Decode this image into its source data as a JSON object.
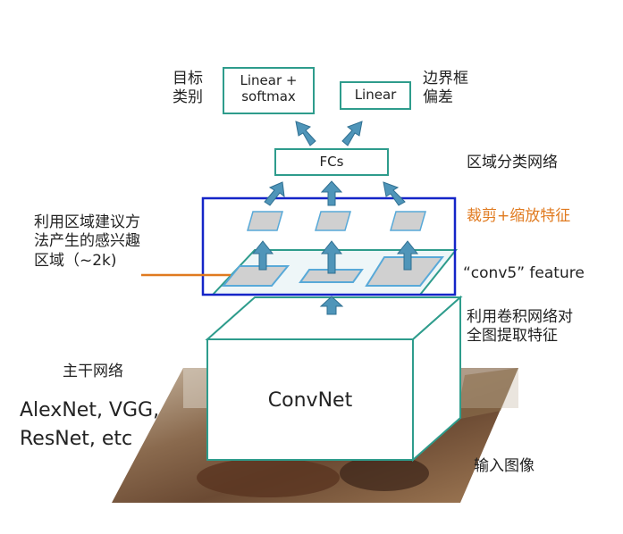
{
  "labels": {
    "target_class": "目标\n类别",
    "bbox_offset": "边界框\n偏差",
    "region_classify": "区域分类网络",
    "crop_resize": "裁剪+缩放特征",
    "region_proposal": "利用区域建议方\n法产生的感兴趣\n区域（~2k)",
    "conv5_feature": "“conv5” feature",
    "extract_feature": "利用卷积网络对\n全图提取特征",
    "backbone": "主干网络",
    "backbone_models": "AlexNet, VGG,\nResNet, etc",
    "input_image": "输入图像"
  },
  "boxes": {
    "linear_softmax": "Linear +\nsoftmax",
    "linear": "Linear",
    "fcs": "FCs",
    "convnet": "ConvNet"
  },
  "colors": {
    "box_border": "#2e9c8c",
    "arrow": "#4f95b9",
    "arrow_edge": "#2f6f91",
    "roi_frame": "#1525c8",
    "roi_fill": "#d0d0d0",
    "roi_border": "#58a9d8",
    "orange": "#e07a1f"
  }
}
